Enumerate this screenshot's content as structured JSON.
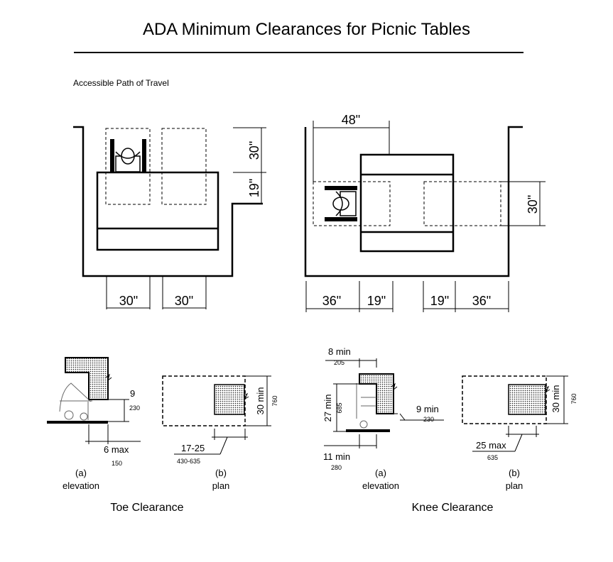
{
  "title": "ADA Minimum Clearances for Picnic Tables",
  "path_label": "Accessible Path of Travel",
  "top_left": {
    "dim_width_1": "30\"",
    "dim_width_2": "30\"",
    "dim_depth_1": "30\"",
    "dim_depth_2": "19\""
  },
  "top_right": {
    "dim_top": "48\"",
    "dim_side": "30\"",
    "dim_bottom": [
      "36\"",
      "19\"",
      "19\"",
      "36\""
    ]
  },
  "toe": {
    "caption": "Toe Clearance",
    "elevation": {
      "dim_height": "9",
      "dim_height_mm": "230",
      "dim_depth": "6 max",
      "dim_depth_mm": "150",
      "label_a": "(a)",
      "label_b": "elevation"
    },
    "plan": {
      "dim_depth": "17-25",
      "dim_depth_mm": "430-635",
      "dim_width": "30 min",
      "dim_width_mm": "760",
      "label_a": "(b)",
      "label_b": "plan"
    }
  },
  "knee": {
    "caption": "Knee Clearance",
    "elevation": {
      "dim_top": "8 min",
      "dim_top_mm": "205",
      "dim_height": "27 min",
      "dim_height_mm": "685",
      "dim_toe": "9 min",
      "dim_toe_mm": "230",
      "dim_depth": "11 min",
      "dim_depth_mm": "280",
      "label_a": "(a)",
      "label_b": "elevation"
    },
    "plan": {
      "dim_depth": "25 max",
      "dim_depth_mm": "635",
      "dim_width": "30 min",
      "dim_width_mm": "760",
      "label_a": "(b)",
      "label_b": "plan"
    }
  }
}
